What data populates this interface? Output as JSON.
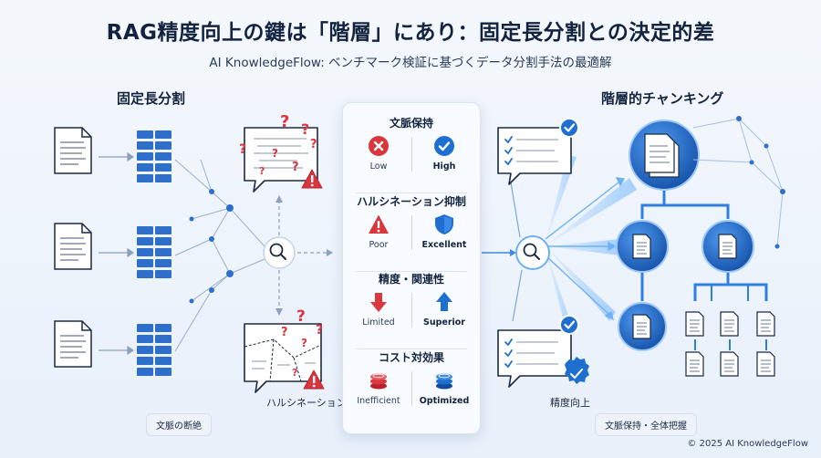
{
  "header": {
    "title": "RAG精度向上の鍵は「階層」にあり：固定長分割との決定的差",
    "subtitle": "AI KnowledgeFlow: ベンチマーク検証に基づくデータ分割手法の最適解"
  },
  "left": {
    "heading": "固定長分割",
    "hallucination_label": "ハルシネーション",
    "badge": "文脈の断絶"
  },
  "right": {
    "heading": "階層的チャンキング",
    "precision_label": "精度向上",
    "badge": "文脈保持・全体把握"
  },
  "comparison": [
    {
      "title": "文脈保持",
      "low": "Low",
      "high": "High",
      "low_icon": "x-circle-icon",
      "high_icon": "check-circle-icon"
    },
    {
      "title": "ハルシネーション抑制",
      "low": "Poor",
      "high": "Excellent",
      "low_icon": "warning-icon",
      "high_icon": "shield-icon"
    },
    {
      "title": "精度・関連性",
      "low": "Limited",
      "high": "Superior",
      "low_icon": "arrow-down-icon",
      "high_icon": "arrow-up-icon"
    },
    {
      "title": "コスト対効果",
      "low": "Inefficient",
      "high": "Optimized",
      "low_icon": "coins-red-icon",
      "high_icon": "coins-blue-icon"
    }
  ],
  "footer": "© 2025 AI KnowledgeFlow",
  "colors": {
    "accent": "#1f6fd1",
    "danger": "#d9363e",
    "dark": "#13233f"
  }
}
